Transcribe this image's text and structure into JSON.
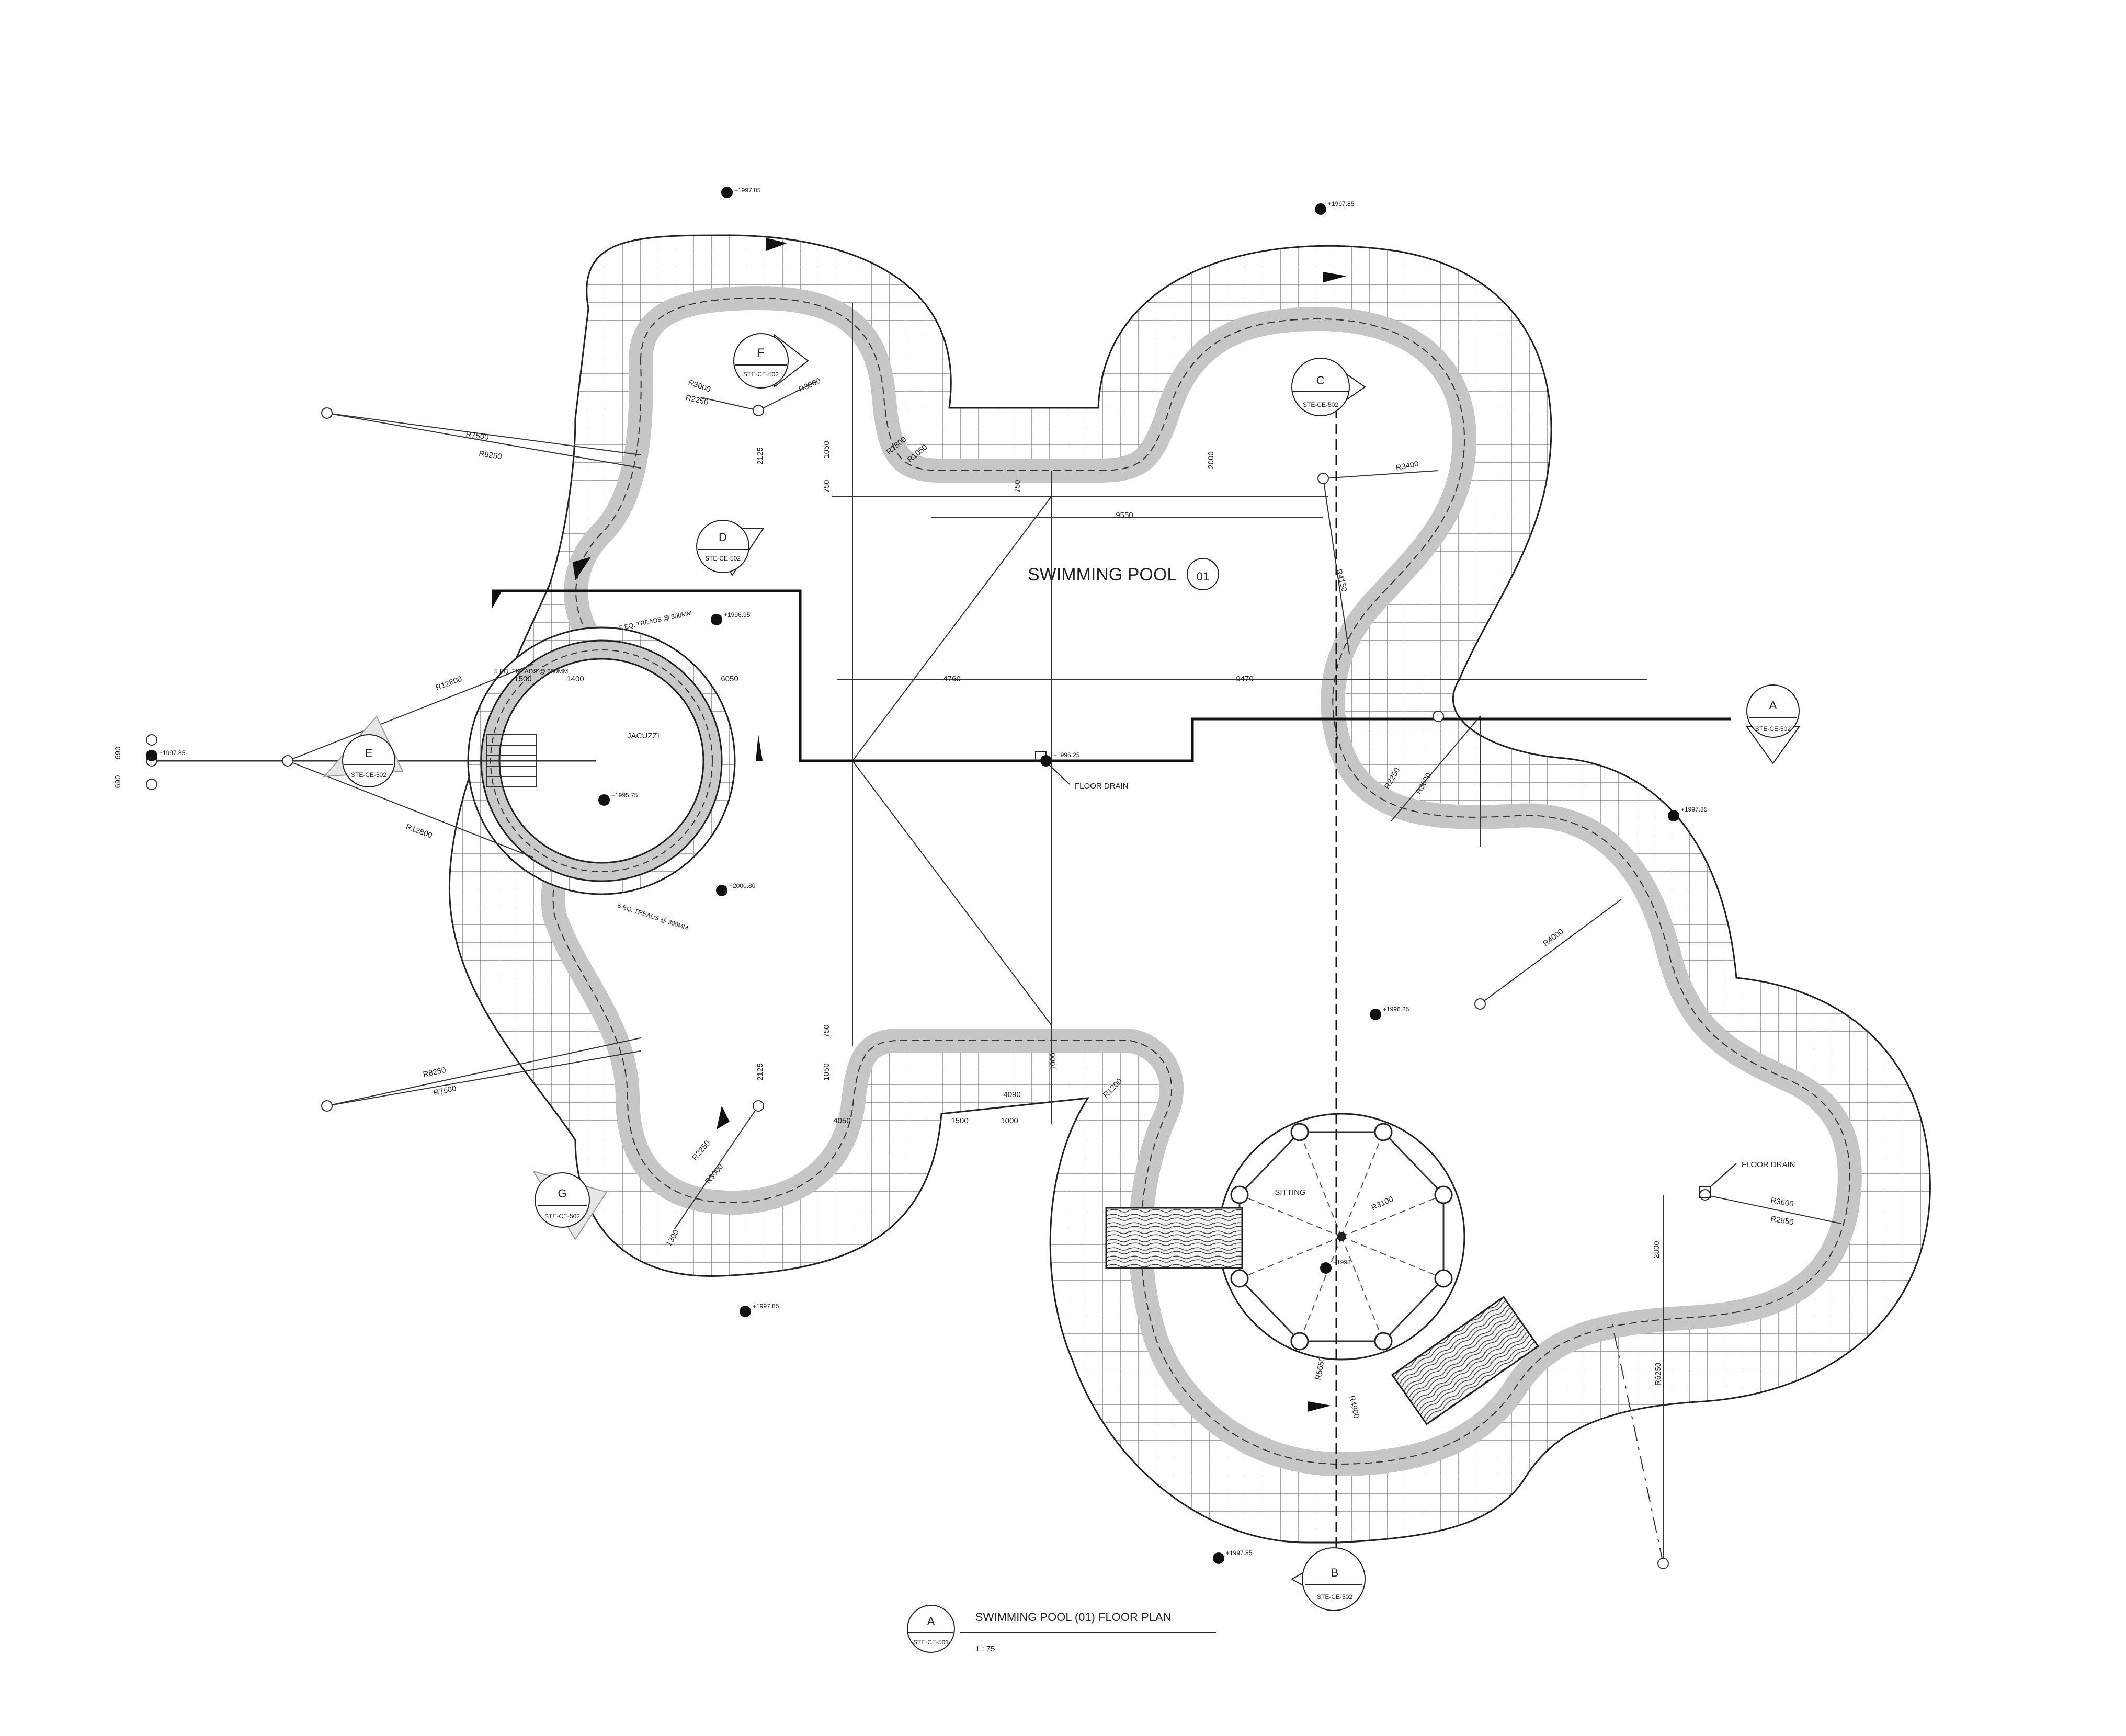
{
  "title": {
    "main": "SWIMMING POOL",
    "number": "01"
  },
  "title_block": {
    "callout": "A",
    "sheet": "STE-CE-501",
    "name": "SWIMMING POOL (01) FLOOR PLAN",
    "scale": "1 : 75"
  },
  "areas": {
    "jacuzzi": "JACUZZI",
    "sitting": "SITTING"
  },
  "notes": {
    "floor_drain": "FLOOR DRAIN"
  },
  "sections": [
    {
      "letter": "A",
      "ref": "STE-CE-502"
    },
    {
      "letter": "B",
      "ref": "STE-CE-502"
    },
    {
      "letter": "C",
      "ref": "STE-CE-502"
    },
    {
      "letter": "D",
      "ref": "STE-CE-502"
    },
    {
      "letter": "E",
      "ref": "STE-CE-502"
    },
    {
      "letter": "F",
      "ref": "STE-CE-502"
    },
    {
      "letter": "G",
      "ref": "STE-CE-502"
    }
  ],
  "levels": [
    "+1997.85",
    "+1997.85",
    "+1997.85",
    "+1997.85",
    "+1997.85",
    "+1997.85",
    "+1996.95",
    "+1995.75",
    "+2000.80",
    "+1996.25",
    "+1996.25",
    "+1998"
  ],
  "dimensions": {
    "d9550": "9550",
    "d4760": "4760",
    "d9470": "9470",
    "d6050": "6050",
    "d1400": "1400",
    "d1500": "1500",
    "d4050": "4050",
    "d4090": "4090",
    "d1000": "1000",
    "d1500b": "1500",
    "d2125": "2125",
    "d2125b": "2125",
    "d1050": "1050",
    "d1050b": "1050",
    "d750": "750",
    "d750b": "750",
    "d750c": "750",
    "d2000": "2000",
    "d1000b": "1000",
    "d2800": "2800",
    "d1300": "1300",
    "d690a": "690",
    "d690b": "690"
  },
  "radii": [
    "R7500",
    "R8250",
    "R3000",
    "R2250",
    "R3000",
    "R3400",
    "R4150",
    "R2250",
    "R3000",
    "R4000",
    "R3600",
    "R2850",
    "R6250",
    "R5650",
    "R4900",
    "R3100",
    "R1200",
    "R12800",
    "R12800",
    "R8250",
    "R7500",
    "R2250",
    "R3000",
    "R1800",
    "R1050"
  ],
  "step_notes": {
    "top": "5 EQ. TREADS @ 300MM",
    "left": "5 EQ. TREADS @ 300MM",
    "bottom": "5 EQ. TREADS @ 300MM"
  }
}
